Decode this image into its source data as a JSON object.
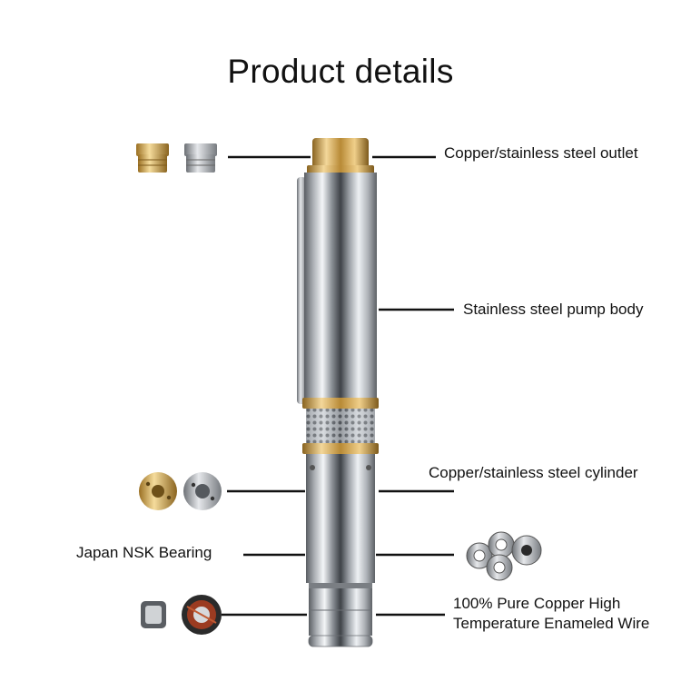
{
  "title": "Product details",
  "labels": {
    "outlet": "Copper/stainless steel outlet",
    "pump_body": "Stainless steel pump body",
    "cylinder": "Copper/stainless steel cylinder",
    "bearing": "Japan NSK Bearing",
    "wire_line1": "100% Pure Copper High",
    "wire_line2": "Temperature Enameled Wire"
  }
}
